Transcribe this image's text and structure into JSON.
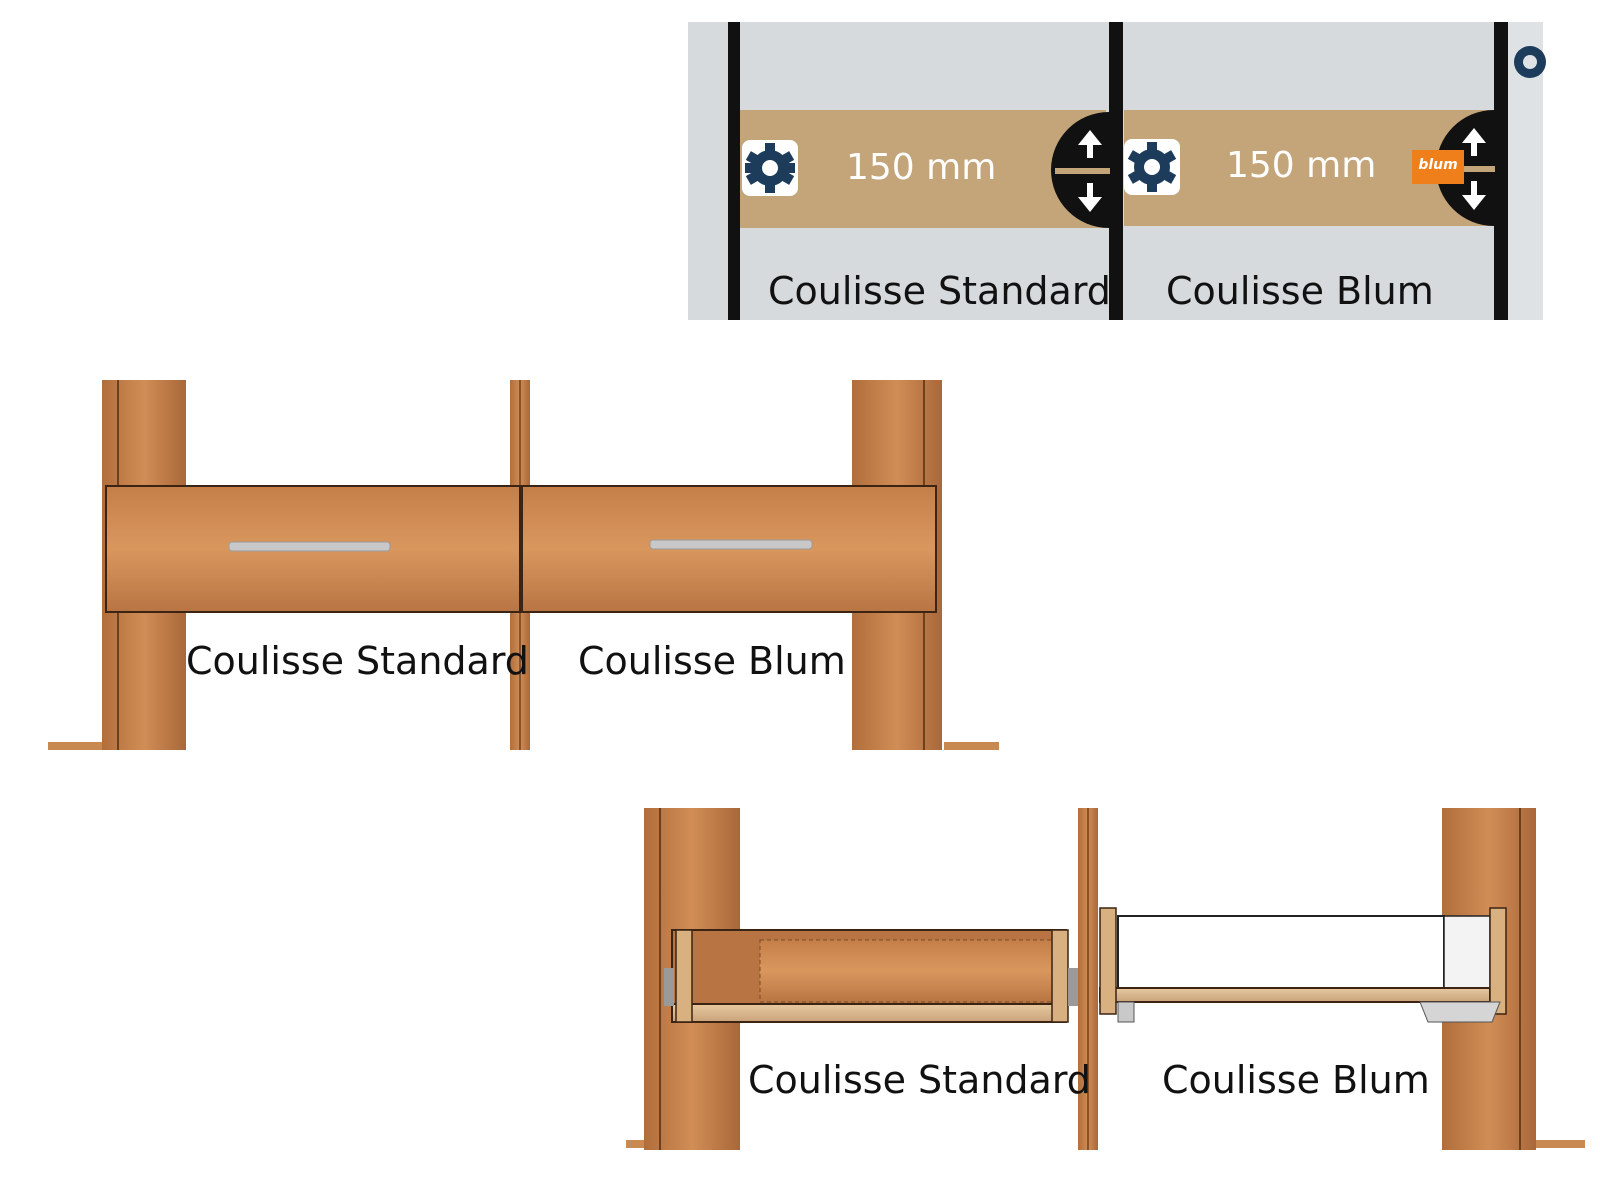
{
  "colors": {
    "panel_bg": "#d6dadd",
    "shelf_band": "#c4a57a",
    "divider": "#111111",
    "gear": "#1d3c5b",
    "blum_badge": "#ef7f1a",
    "wood_light": "#cf8a52",
    "wood_dark": "#a86a3c",
    "handle": "#c8c8c8"
  },
  "top_panel": {
    "left_slot": {
      "measure": "150 mm",
      "label": "Coulisse Standard"
    },
    "right_slot": {
      "measure": "150 mm",
      "label": "Coulisse Blum",
      "badge": "blum"
    },
    "icons": [
      "gear-icon",
      "arrow-up-icon",
      "arrow-down-icon"
    ]
  },
  "closed_view": {
    "left_label": "Coulisse Standard",
    "right_label": "Coulisse Blum"
  },
  "open_view": {
    "left_label": "Coulisse Standard",
    "right_label": "Coulisse Blum"
  }
}
